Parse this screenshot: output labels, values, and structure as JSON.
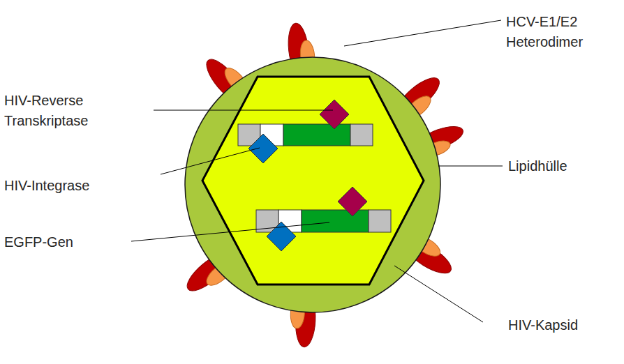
{
  "diagram": {
    "labels": [
      "HCV-E1/E2 Heterodimer",
      "HIV-Reverse Transkriptase",
      "HIV-Integrase",
      "EGFP-Gen",
      "Lipidhülle",
      "HIV-Kapsid"
    ]
  }
}
